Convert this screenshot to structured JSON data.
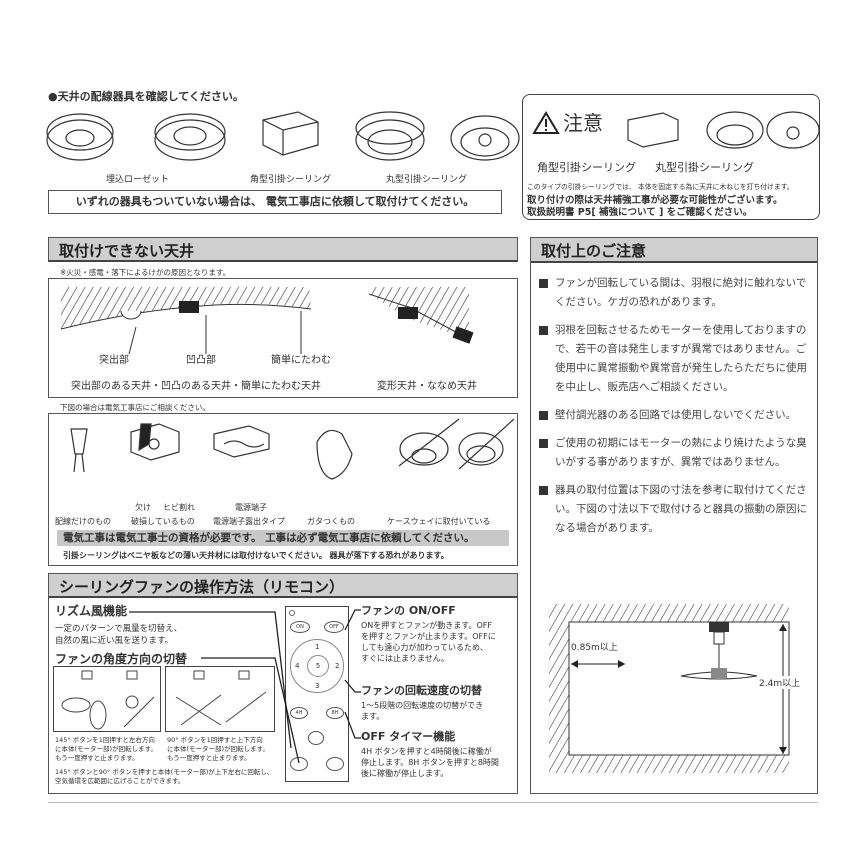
{
  "fixtures": {
    "title": "●天井の配線器具を確認してください。",
    "labels": [
      "埋込ローゼット",
      "角型引掛シーリング",
      "丸型引掛シーリング"
    ],
    "notice": "いずれの器具もついていない場合は、 電気工事店に依頼して取付けてください。"
  },
  "caution": {
    "title": "注意",
    "labels": [
      "角型引掛シーリング",
      "丸型引掛シーリング"
    ],
    "small": "このタイプの引掛シーリングでは、 本体を固定する為に天井に木ねじを打ち付けます。",
    "line1": "取り付けの際は天井補強工事が必要な可能性がございます。",
    "line2": "取扱説明書 P5[ 補強について ] をご確認ください。"
  },
  "ceiling": {
    "header": "取付けできない天井",
    "note": "※火災・感電・落下によるけがの原因となります。",
    "parts": [
      "突出部",
      "凹凸部",
      "簡単にたわむ"
    ],
    "caption1": "突出部のある天井・凹凸のある天井・簡単にたわむ天井",
    "caption2": "変形天井・ななめ天井",
    "consult": "下図の場合は電気工事店にご相談ください。",
    "arrows": [
      "欠け",
      "ヒビ割れ",
      "電源端子"
    ],
    "cases": [
      "配線だけのもの",
      "破損しているもの",
      "電源端子露出タイプ",
      "ガタつくもの",
      "ケースウェイに取付いている"
    ],
    "license": "電気工事は電気工事士の資格が必要です。 工事は必ず電気工事店に依頼してください。",
    "veneer": "引掛シーリングはベニヤ板などの薄い天井材には取付けないでください。 器具が落下する恐れがあります。"
  },
  "remote": {
    "header": "シーリングファンの操作方法（リモコン）",
    "rhythm_title": "リズム風機能",
    "rhythm_text1": "一定のパターンで風量を切替え、",
    "rhythm_text2": "自然の風に近い風を送ります。",
    "angle_title": "ファンの角度方向の切替",
    "angle145": [
      "145° ボタンを1回押すと左右方向",
      "に本体(モーター部)が回転します。",
      "もう一度押すと止まります。"
    ],
    "angle90": [
      "90° ボタンを1回押すと上下方向",
      "に本体(モーター部)が回転します。",
      "もう一度押すと止まります。"
    ],
    "angle_both": [
      "145° ボタンと90° ボタンを押すと本体(モーター部)が上下左右に回転し、",
      "空気循環を広範囲に広げることができます。"
    ],
    "buttons": {
      "on": "ON",
      "off": "OFF",
      "s1": "1",
      "s2": "2",
      "s3": "3",
      "s4": "4",
      "s5": "5",
      "h4": "4H",
      "h8": "8H"
    },
    "onoff_title": "ファンの ON/OFF",
    "onoff_text": [
      "ONを押すとファンが動きます。OFF",
      "を押すとファンが止まります。OFFに",
      "しても遠心力が加わっているため、",
      "すぐには止まりません。"
    ],
    "speed_title": "ファンの回転速度の切替",
    "speed_text": [
      "1〜5段階の回転速度の切替ができ",
      "ます。"
    ],
    "timer_title": "OFF タイマー機能",
    "timer_text": [
      "4H ボタンを押すと4時間後に稼働が",
      "停止します。8H ボタンを押すと8時間",
      "後に稼働が停止します。"
    ]
  },
  "install": {
    "header": "取付上のご注意",
    "items": [
      "ファンが回転している間は、羽根に絶対に触れないでください。ケガの恐れがあります。",
      "羽根を回転させるためモーターを使用しておりますので、若干の音は発生しますが異常ではありません。ご使用中に異常振動や異常音が発生したらただちに使用を中止し、販売店へご相談ください。",
      "壁付調光器のある回路では使用しないでください。",
      "ご使用の初期にはモーターの熱により焼けたような臭いがする事がありますが、異常ではありません。",
      "器具の取付位置は下図の寸法を参考に取付けてください。下図の寸法以下で取付けると器具の振動の原因になる場合があります。"
    ],
    "wall_distance": "0.85m以上",
    "ceiling_height": "2.4m以上"
  }
}
